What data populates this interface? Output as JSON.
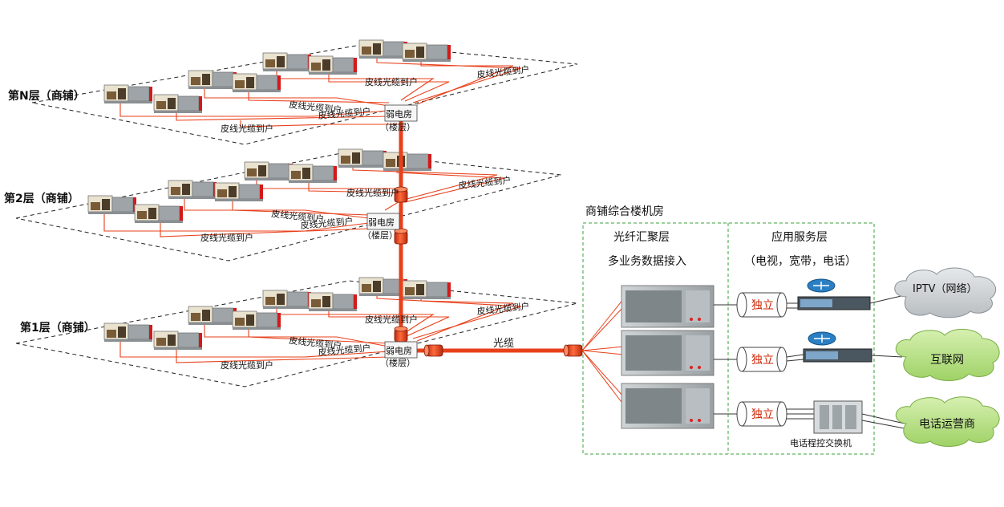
{
  "floors": {
    "top": {
      "label": "第N层（商铺）",
      "room": "弱电房",
      "room_sub": "（楼层）",
      "cable_a": "皮线光缆到户",
      "cable_b": "皮线光缆到户",
      "cable_c": "皮线光缆到户",
      "cable_d": "皮线光缆到户",
      "cable_e": "皮线光缆到户"
    },
    "mid": {
      "label": "第2层（商铺）",
      "room": "弱电房",
      "room_sub": "（楼层）",
      "cable_a": "皮线光缆到户",
      "cable_b": "皮线光缆到户",
      "cable_c": "皮线光缆到户",
      "cable_d": "皮线光缆到户",
      "cable_e": "皮线光缆到户"
    },
    "bottom": {
      "label": "第1层（商铺）",
      "room": "弱电房",
      "room_sub": "（楼层）",
      "cable_a": "皮线光缆到户",
      "cable_b": "皮线光缆到户",
      "cable_c": "皮线光缆到户",
      "cable_d": "皮线光缆到户",
      "cable_e": "皮线光缆到户"
    }
  },
  "trunk_label": "光缆",
  "machine_room": {
    "title": "商铺综合楼机房",
    "aggregation_title": "光纤汇聚层",
    "aggregation_sub": "多业务数据接入",
    "service_title": "应用服务层",
    "service_sub": "（电视，宽带，电话）",
    "independent_1": "独立",
    "independent_2": "独立",
    "independent_3": "独立",
    "pbx_label": "电话程控交换机"
  },
  "clouds": {
    "iptv": "IPTV（网络）",
    "internet": "互联网",
    "telecom": "电话运营商"
  },
  "colors": {
    "fiber": "#e8401a",
    "dashed_border": "#3aa23a",
    "cloud_gray": "#cfd3d6",
    "cloud_green": "#b9e08a",
    "accent_text": "#cc2200"
  }
}
